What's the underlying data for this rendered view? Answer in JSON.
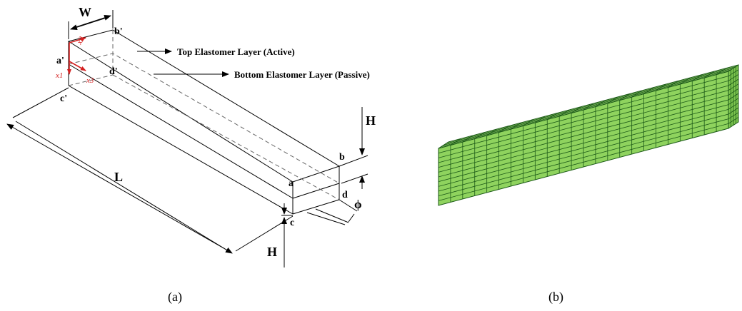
{
  "figure_a": {
    "caption": "(a)",
    "dimensions": {
      "width": "W",
      "length": "L",
      "height_upper": "H",
      "height_lower": "H",
      "angle": "ϕ"
    },
    "vertices": {
      "a_prime": "a'",
      "b_prime": "b'",
      "c_prime": "c'",
      "d_prime": "d'",
      "a": "a",
      "b": "b",
      "c": "c",
      "d": "d"
    },
    "axes": {
      "x1": "x1",
      "x2": "x2",
      "x3": "x3"
    },
    "callouts": {
      "top": "Top Elastomer Layer (Active)",
      "bottom": "Bottom Elastomer Layer (Passive)"
    }
  },
  "figure_b": {
    "caption": "(b)",
    "mesh": {
      "fill_color": "#8fd35e",
      "line_color": "#1c5a18",
      "length_divisions": 24,
      "height_divisions": 12,
      "depth_divisions": 4
    }
  },
  "colors": {
    "axis_red": "#d42020",
    "line": "#000000"
  }
}
